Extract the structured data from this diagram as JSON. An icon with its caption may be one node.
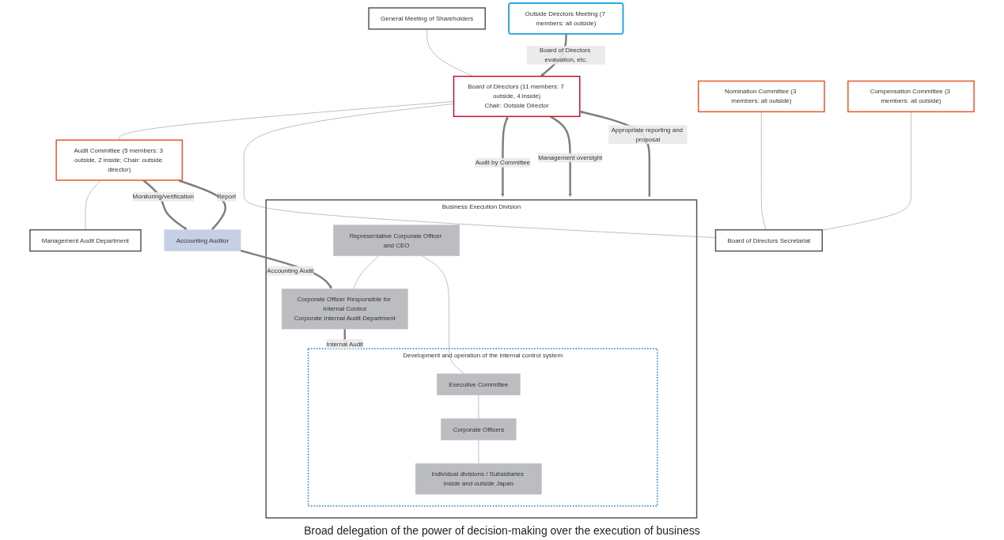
{
  "diagram": {
    "nodes": [
      {
        "text": [
          "General Meeting of Shareholders"
        ]
      },
      {
        "text": [
          "Board of Directors (11 members: 7 outside, 4 inside)",
          "Chair: Outside Director"
        ]
      },
      {
        "text": [
          "Outside Directors Meeting (7 members: all outside)"
        ]
      },
      {
        "text": [
          "Audit Committee (5 members: 3 outside, 2 inside; Chair: outside director)"
        ]
      },
      {
        "text": [
          "Management Audit Department"
        ]
      },
      {
        "text": [
          "Nomination Committee (3 members: all outside)"
        ]
      },
      {
        "text": [
          "Compensation Committee (3 members: all outside)"
        ]
      },
      {
        "text": [
          "Board of Directors Secretariat"
        ]
      },
      {
        "text": [
          "Accounting Auditor"
        ]
      },
      {
        "text": [
          "Business Execution Division"
        ]
      },
      {
        "text": [
          "Representative Corporate Officer and CEO"
        ],
        "in": 9
      },
      {
        "text": [
          "Corporate Officer Responsible for Internal Control",
          "Corporate Internal Audit Department"
        ],
        "in": 9
      },
      {
        "text": [
          "Development and operation of the internal control system"
        ],
        "in": 9
      },
      {
        "text": [
          "Executive Committee"
        ],
        "in": 12
      },
      {
        "text": [
          "Corporate Officers"
        ],
        "in": 12
      },
      {
        "text": [
          "Individual divisions / Subsidiaries inside and outside Japan"
        ],
        "in": 12
      }
    ],
    "edges": [
      {
        "from": 0,
        "to": 1,
        "arrow": "none"
      },
      {
        "from": 2,
        "to": 1,
        "arrow": "to",
        "label": "Board of Directors evaluation, etc.",
        "style": "thick"
      },
      {
        "from": 1,
        "to": 3,
        "arrow": "none"
      },
      {
        "from": 3,
        "to": 4,
        "arrow": "none"
      },
      {
        "from": 1,
        "to": 9,
        "arrow": "both",
        "label": "Audit by Committee",
        "style": "thick"
      },
      {
        "from": 1,
        "to": 9,
        "arrow": "to",
        "label": "Management oversight",
        "style": "thick"
      },
      {
        "from": 9,
        "to": 1,
        "arrow": "to",
        "label": "Appropriate reporting and proposal",
        "style": "thick"
      },
      {
        "from": 1,
        "to": 7,
        "arrow": "none"
      },
      {
        "from": 5,
        "to": 7,
        "arrow": "none"
      },
      {
        "from": 6,
        "to": 7,
        "arrow": "none"
      },
      {
        "from": 3,
        "to": 8,
        "arrow": "to",
        "label": "Monitoring/verification",
        "style": "thick"
      },
      {
        "from": 8,
        "to": 3,
        "arrow": "to",
        "label": "Report",
        "style": "thick"
      },
      {
        "from": 8,
        "to": 11,
        "arrow": "to",
        "label": "Accounting Audit",
        "style": "thick"
      },
      {
        "from": 11,
        "to": 12,
        "arrow": "to",
        "label": "Internal Audit",
        "style": "thick"
      },
      {
        "from": 10,
        "to": 11,
        "arrow": "none"
      },
      {
        "from": 10,
        "to": 13,
        "arrow": "none"
      },
      {
        "from": 13,
        "to": 14,
        "arrow": "none"
      },
      {
        "from": 14,
        "to": 15,
        "arrow": "none"
      }
    ],
    "labels": [
      "Broad delegation of the power of decision-making over the execution of business"
    ]
  }
}
